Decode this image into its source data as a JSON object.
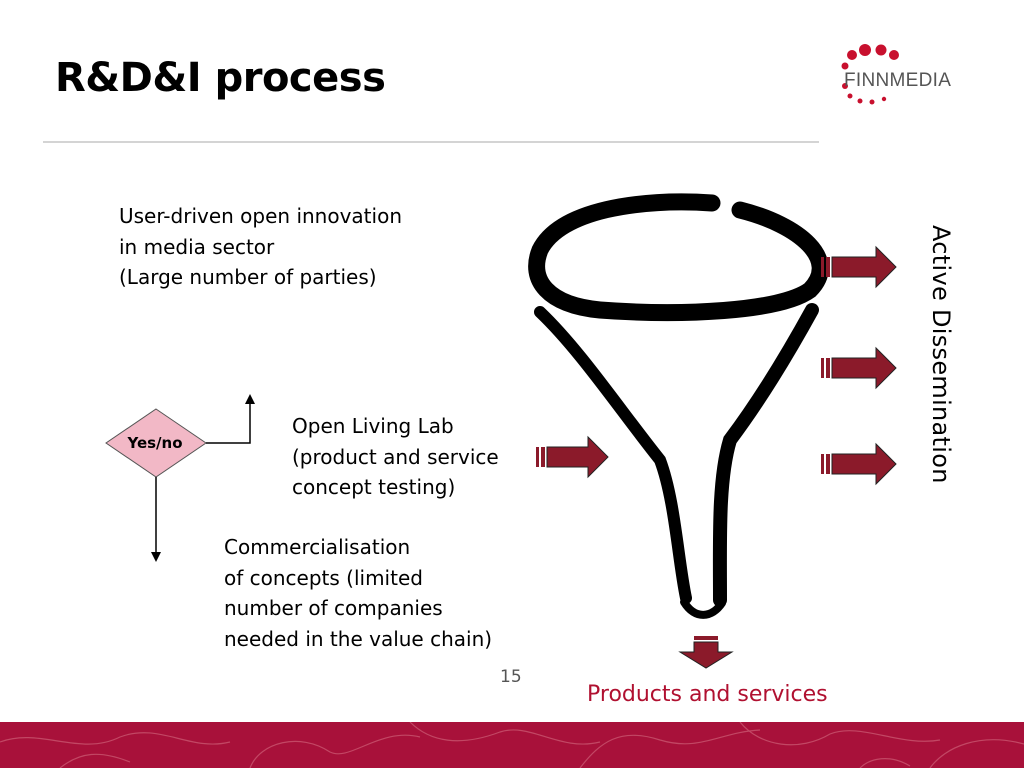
{
  "slide": {
    "title": "R&D&I process",
    "logo_text": "FINNMEDIA",
    "page_number": "15"
  },
  "diagram": {
    "top_text": "User-driven open innovation\nin media sector\n(Large number of parties)",
    "middle_text": "Open Living Lab\n(product and service\nconcept testing)",
    "bottom_text": "Commercialisation\nof concepts (limited\nnumber of companies\nneeded in the value chain)",
    "decision_label": "Yes/no",
    "side_label": "Active Dissemination",
    "output_label": "Products and services"
  },
  "colors": {
    "arrow": "#8b1a2a",
    "decision_fill": "#f2b8c6",
    "output_text": "#b01030",
    "footer": "#a8113a"
  }
}
